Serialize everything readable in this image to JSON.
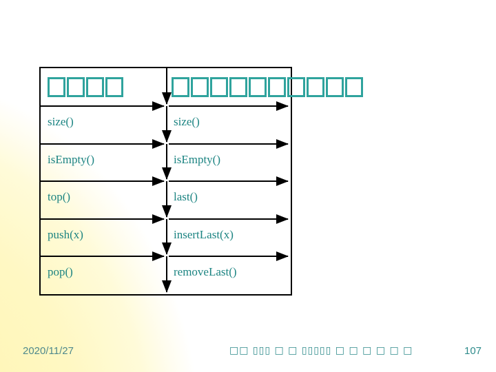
{
  "slide": {
    "table": {
      "header_left_boxes": "□□□□",
      "header_right_boxes": "□□□□□□□□□□",
      "rows": [
        {
          "left": "size()",
          "right": "size()"
        },
        {
          "left": "isEmpty()",
          "right": "isEmpty()"
        },
        {
          "left": "top()",
          "right": "last()"
        },
        {
          "left": "push(x)",
          "right": "insertLast(x)"
        },
        {
          "left": "pop()",
          "right": "removeLast()"
        }
      ]
    },
    "footer": {
      "date": "2020/11/27",
      "center_boxes": "□□ ▯▯▯ □ □ ▯▯▯▯▯ □ □ □ □ □ □",
      "page_number": "107"
    },
    "colors": {
      "teal_text": "#1c8482",
      "box_outline": "#2fa39d",
      "footer_teal": "#2e8b8b",
      "date_color": "#4f898c",
      "table_border": "#000000",
      "background_yellow": "#fff8c3"
    }
  }
}
